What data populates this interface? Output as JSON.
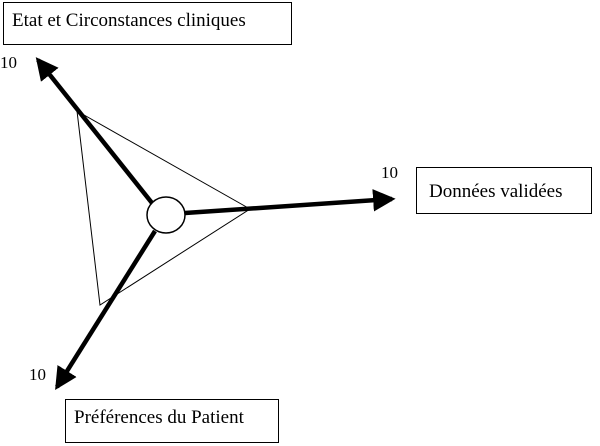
{
  "axes": {
    "clinical": {
      "label": "Etat et Circonstances cliniques",
      "scale_max": "10"
    },
    "data": {
      "label": "Données validées",
      "scale_max": "10"
    },
    "patient": {
      "label": "Préférences du Patient",
      "scale_max": "10"
    }
  },
  "colors": {
    "stroke": "#000000",
    "background": "#ffffff"
  }
}
